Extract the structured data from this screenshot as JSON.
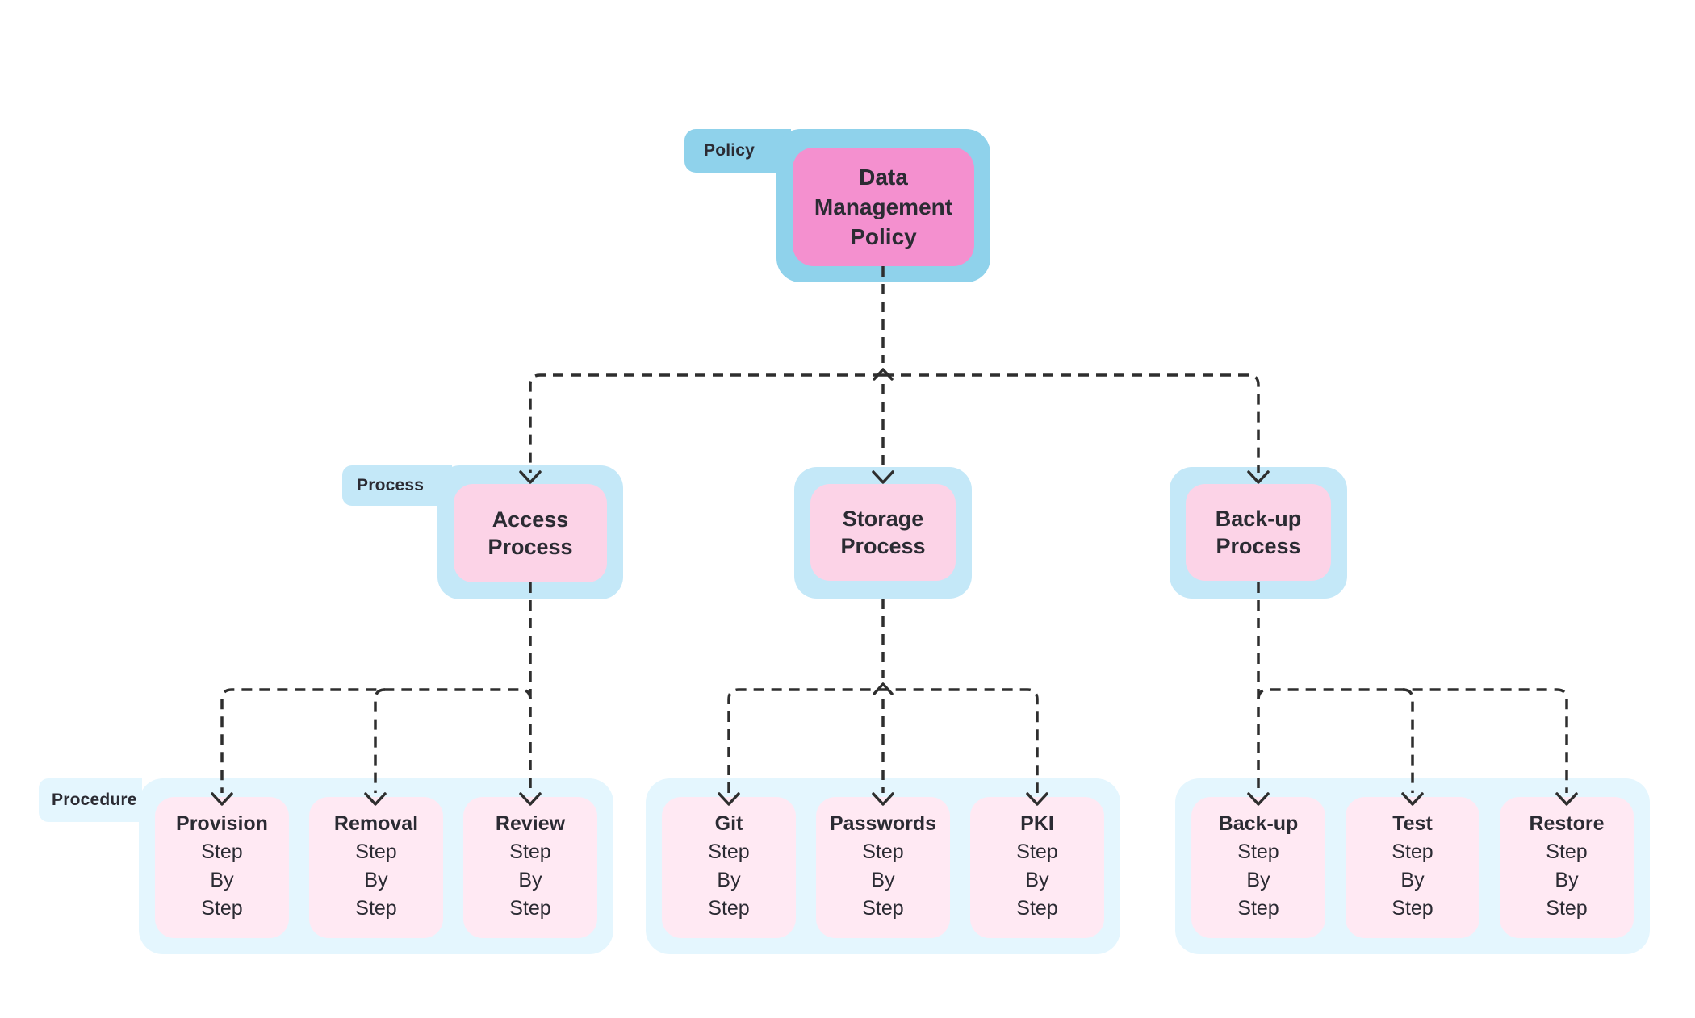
{
  "colors": {
    "background": "#ffffff",
    "policy_blue": "#8fd2eb",
    "policy_pink": "#f490cf",
    "process_blue": "#c4e8f8",
    "process_pink": "#fcd3e7",
    "procedure_blue": "#e4f6fe",
    "procedure_pink": "#ffe9f3",
    "line": "#2e2e2e",
    "text": "#2b2b33"
  },
  "policy": {
    "tag": "Policy",
    "title": "Data\nManagement\nPolicy"
  },
  "processes": [
    {
      "tag": "Process",
      "title": "Access\nProcess"
    },
    {
      "title": "Storage\nProcess"
    },
    {
      "title": "Back-up\nProcess"
    }
  ],
  "procedures": {
    "tag": "Procedure",
    "groups": [
      {
        "items": [
          {
            "title": "Provision",
            "steps": "Step\nBy\nStep"
          },
          {
            "title": "Removal",
            "steps": "Step\nBy\nStep"
          },
          {
            "title": "Review",
            "steps": "Step\nBy\nStep"
          }
        ]
      },
      {
        "items": [
          {
            "title": "Git",
            "steps": "Step\nBy\nStep"
          },
          {
            "title": "Passwords",
            "steps": "Step\nBy\nStep"
          },
          {
            "title": "PKI",
            "steps": "Step\nBy\nStep"
          }
        ]
      },
      {
        "items": [
          {
            "title": "Back-up",
            "steps": "Step\nBy\nStep"
          },
          {
            "title": "Test",
            "steps": "Step\nBy\nStep"
          },
          {
            "title": "Restore",
            "steps": "Step\nBy\nStep"
          }
        ]
      }
    ]
  }
}
